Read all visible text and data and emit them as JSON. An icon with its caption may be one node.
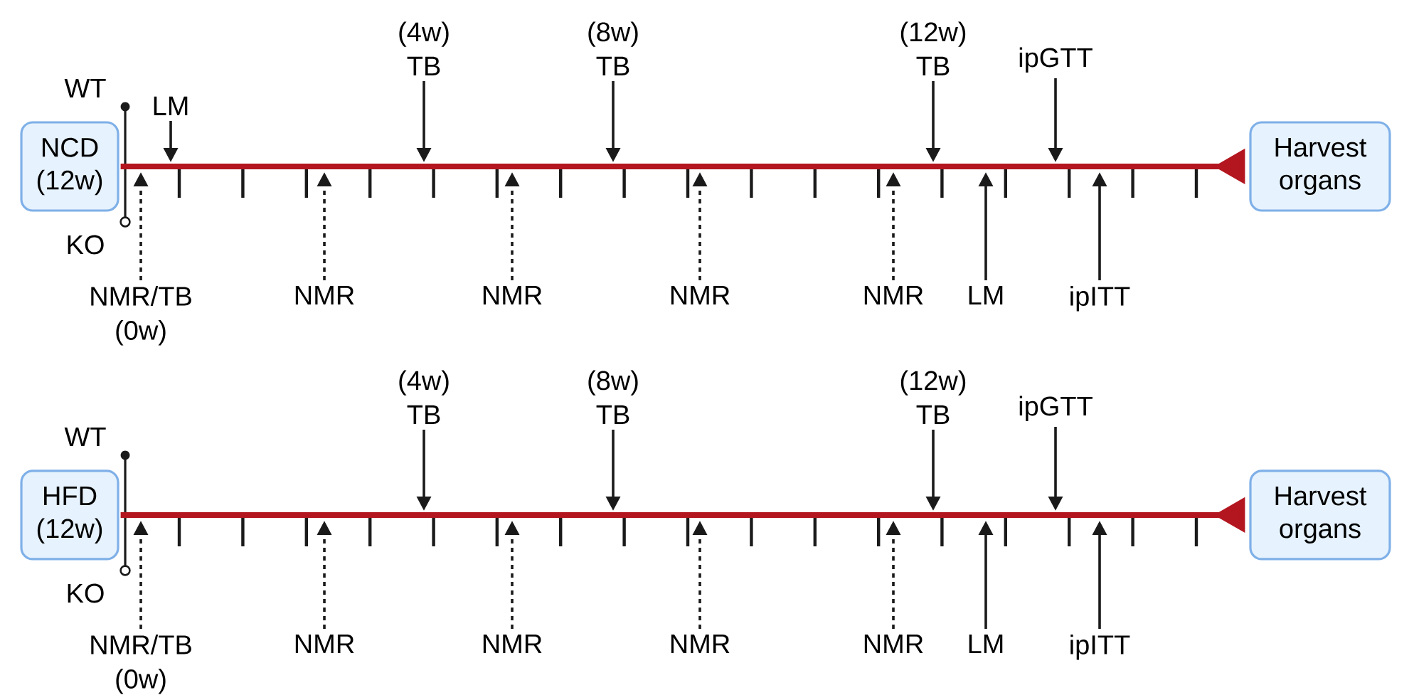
{
  "diagram": {
    "nodes": [
      {
        "text": [
          "NCD (12w)"
        ]
      },
      {
        "text": [
          "Harvest organs"
        ]
      },
      {
        "text": [
          "LM"
        ]
      },
      {
        "text": [
          "(4w) TB"
        ]
      },
      {
        "text": [
          "(8w) TB"
        ]
      },
      {
        "text": [
          "(12w) TB"
        ]
      },
      {
        "text": [
          "ipGTT"
        ]
      },
      {
        "text": [
          "NMR/TB (0w)"
        ]
      },
      {
        "text": [
          "NMR"
        ]
      },
      {
        "text": [
          "NMR"
        ]
      },
      {
        "text": [
          "NMR"
        ]
      },
      {
        "text": [
          "NMR"
        ]
      },
      {
        "text": [
          "LM"
        ]
      },
      {
        "text": [
          "ipITT"
        ]
      },
      {
        "text": [
          "HFD (12w)"
        ]
      },
      {
        "text": [
          "Harvest organs"
        ]
      },
      {
        "text": [
          "(4w) TB"
        ]
      },
      {
        "text": [
          "(8w) TB"
        ]
      },
      {
        "text": [
          "(12w) TB"
        ]
      },
      {
        "text": [
          "ipGTT"
        ]
      },
      {
        "text": [
          "NMR/TB (0w)"
        ]
      },
      {
        "text": [
          "NMR"
        ]
      },
      {
        "text": [
          "NMR"
        ]
      },
      {
        "text": [
          "NMR"
        ]
      },
      {
        "text": [
          "NMR"
        ]
      },
      {
        "text": [
          "LM"
        ]
      },
      {
        "text": [
          "ipITT"
        ]
      }
    ],
    "edges": [
      {
        "from": 0,
        "to": 1,
        "arrow": "other",
        "style": "thick",
        "color": "#b3161f"
      },
      {
        "from": 2,
        "to": null,
        "arrow": "to"
      },
      {
        "from": 3,
        "to": null,
        "arrow": "to"
      },
      {
        "from": 4,
        "to": null,
        "arrow": "to"
      },
      {
        "from": 5,
        "to": null,
        "arrow": "to"
      },
      {
        "from": 6,
        "to": null,
        "arrow": "to"
      },
      {
        "from": 7,
        "to": null,
        "arrow": "to",
        "style": "dashed"
      },
      {
        "from": 8,
        "to": null,
        "arrow": "to",
        "style": "dashed"
      },
      {
        "from": 9,
        "to": null,
        "arrow": "to",
        "style": "dashed"
      },
      {
        "from": 10,
        "to": null,
        "arrow": "to",
        "style": "dashed"
      },
      {
        "from": 11,
        "to": null,
        "arrow": "to",
        "style": "dashed"
      },
      {
        "from": 12,
        "to": null,
        "arrow": "to"
      },
      {
        "from": 13,
        "to": null,
        "arrow": "to"
      },
      {
        "from": 14,
        "to": 15,
        "arrow": "other",
        "style": "thick",
        "color": "#b3161f"
      },
      {
        "from": 16,
        "to": null,
        "arrow": "to"
      },
      {
        "from": 17,
        "to": null,
        "arrow": "to"
      },
      {
        "from": 18,
        "to": null,
        "arrow": "to"
      },
      {
        "from": 19,
        "to": null,
        "arrow": "to"
      },
      {
        "from": 20,
        "to": null,
        "arrow": "to",
        "style": "dashed"
      },
      {
        "from": 21,
        "to": null,
        "arrow": "to",
        "style": "dashed"
      },
      {
        "from": 22,
        "to": null,
        "arrow": "to",
        "style": "dashed"
      },
      {
        "from": 23,
        "to": null,
        "arrow": "to",
        "style": "dashed"
      },
      {
        "from": 24,
        "to": null,
        "arrow": "to",
        "style": "dashed"
      },
      {
        "from": 25,
        "to": null,
        "arrow": "to"
      },
      {
        "from": 26,
        "to": null,
        "arrow": "to"
      }
    ],
    "labels": [
      "WT",
      "KO",
      "WT",
      "KO"
    ]
  }
}
